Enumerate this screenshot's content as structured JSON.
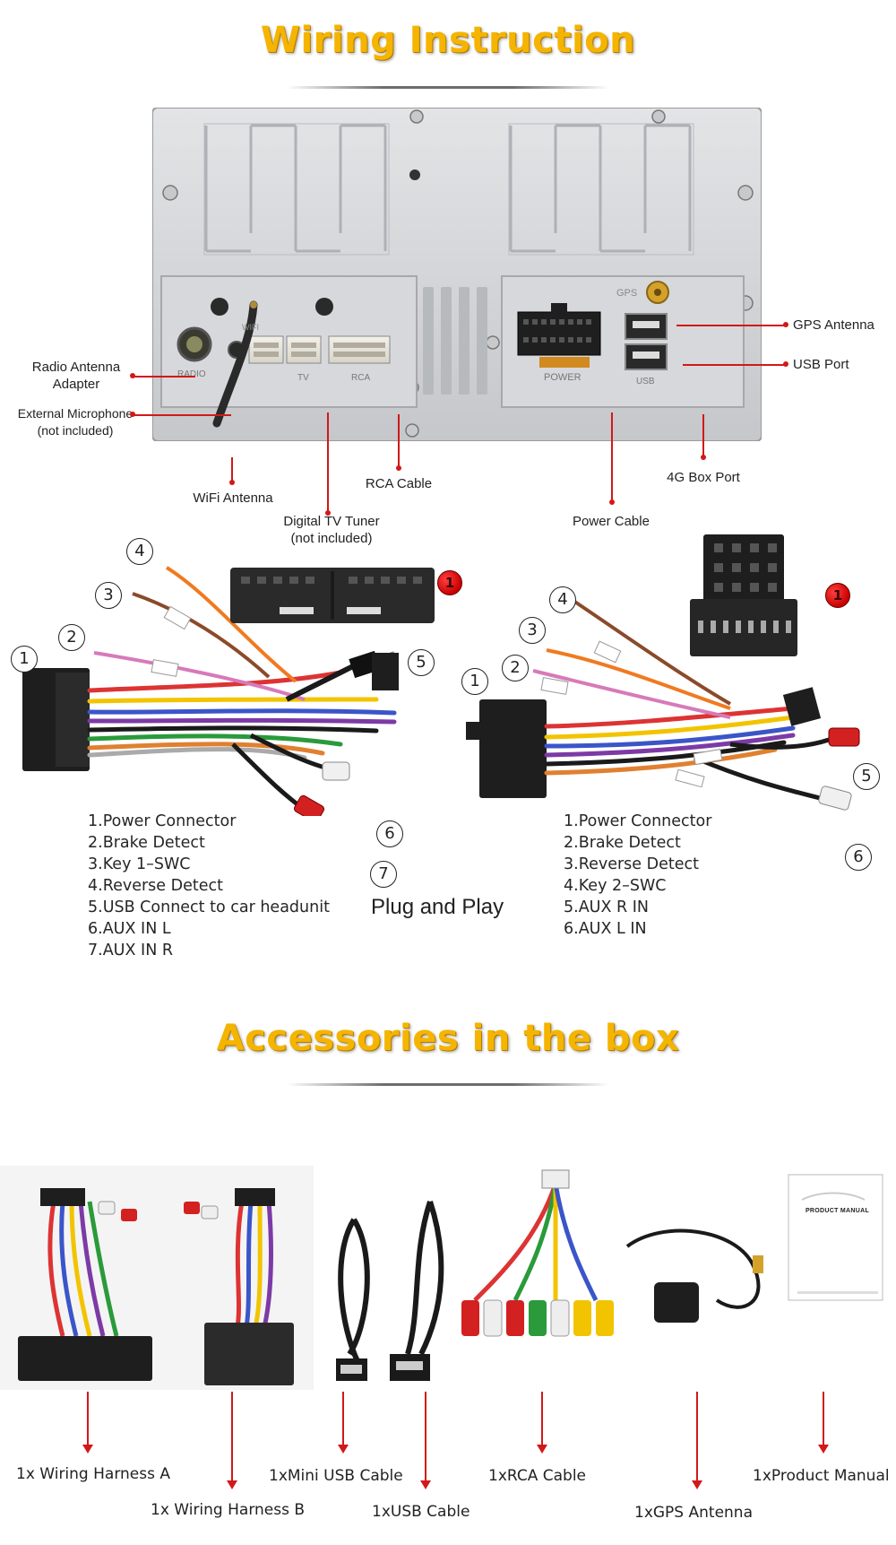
{
  "headings": {
    "wiring": "Wiring Instruction",
    "accessories": "Accessories in the box"
  },
  "unit_labels": {
    "radio_antenna": "Radio Antenna",
    "radio_antenna_2": "Adapter",
    "ext_mic": "External Microphone",
    "ext_mic_2": "(not included)",
    "wifi": "WiFi Antenna",
    "dtv": "Digital TV Tuner",
    "dtv_2": "(not included)",
    "rca": "RCA Cable",
    "power": "Power Cable",
    "box4g": "4G Box Port",
    "gps": "GPS Antenna",
    "usb": "USB Port"
  },
  "panel_print": {
    "radio": "RADIO",
    "tv": "TV",
    "rca": "RCA",
    "power": "POWER",
    "gps": "GPS",
    "usb": "USB",
    "wifi": "WIFI"
  },
  "harness_a": {
    "items": [
      "1.Power Connector",
      "2.Brake Detect",
      "3.Key 1–SWC",
      "4.Reverse Detect",
      "5.USB Connect to car headunit",
      "6.AUX IN L",
      "7.AUX IN R"
    ],
    "numbers": [
      "1",
      "2",
      "3",
      "4",
      "5",
      "6",
      "7"
    ],
    "badge": "1"
  },
  "harness_b": {
    "items": [
      "1.Power Connector",
      "2.Brake Detect",
      "3.Reverse Detect",
      "4.Key 2–SWC",
      "5.AUX R IN",
      "6.AUX L IN"
    ],
    "numbers": [
      "1",
      "2",
      "3",
      "4",
      "5",
      "6"
    ],
    "badge": "1"
  },
  "plug_and_play": "Plug and Play",
  "accessories": [
    {
      "label": "1x Wiring Harness A"
    },
    {
      "label": "1x Wiring Harness B"
    },
    {
      "label": "1xMini USB Cable"
    },
    {
      "label": "1xUSB Cable"
    },
    {
      "label": "1xRCA Cable"
    },
    {
      "label": "1xGPS Antenna"
    },
    {
      "label": "1xProduct Manual"
    }
  ],
  "manual_title": "PRODUCT MANUAL",
  "colors": {
    "accent_heading": "#f5b400",
    "leader_red": "#d21818",
    "panel_silver": "#cfd1d4"
  }
}
